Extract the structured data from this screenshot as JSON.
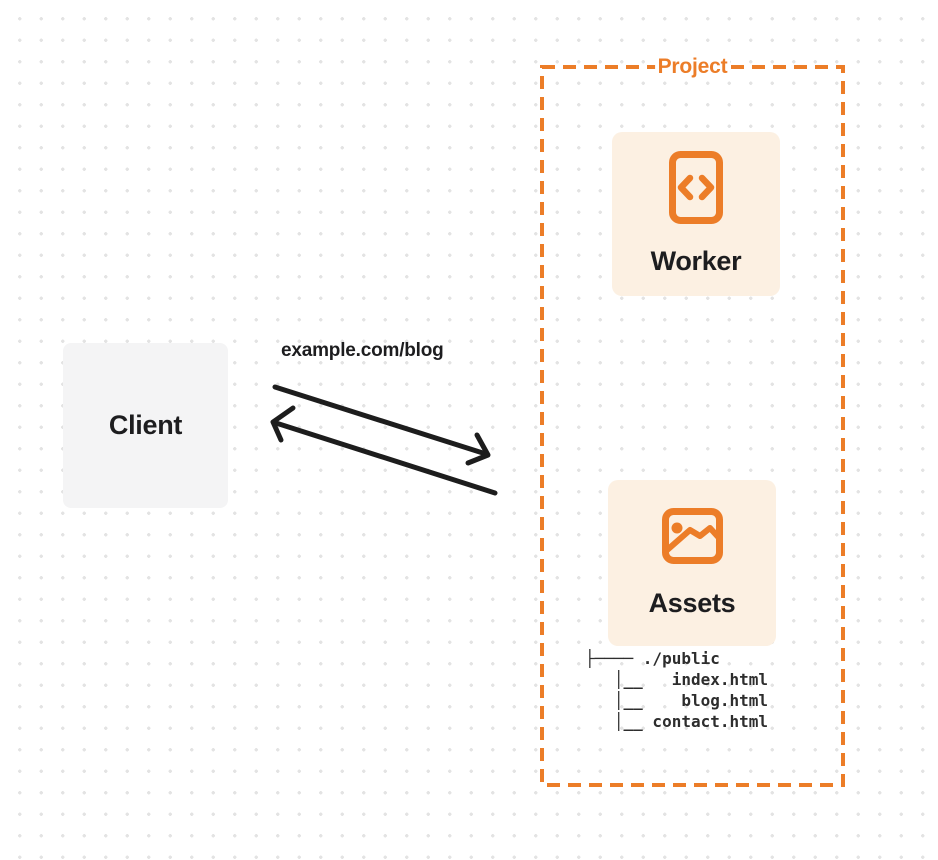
{
  "colors": {
    "orange": "#EC7D28",
    "card_bg": "#FCF0E2",
    "client_bg": "#F4F4F5",
    "text_dark": "#1D1D1F",
    "tree_text": "#2D2D2D",
    "dot": "#E3E3E3",
    "arrow": "#1D1D1D",
    "bg": "#FFFFFF"
  },
  "client": {
    "label": "Client"
  },
  "request_label": "example.com/blog",
  "project": {
    "label": "Project",
    "worker": {
      "label": "Worker",
      "icon": "code-icon"
    },
    "assets": {
      "label": "Assets",
      "icon": "image-icon"
    },
    "file_tree": {
      "lines": [
        "├──── ./public",
        "   │__   index.html",
        "   │__    blog.html",
        "   │__ contact.html"
      ]
    }
  }
}
